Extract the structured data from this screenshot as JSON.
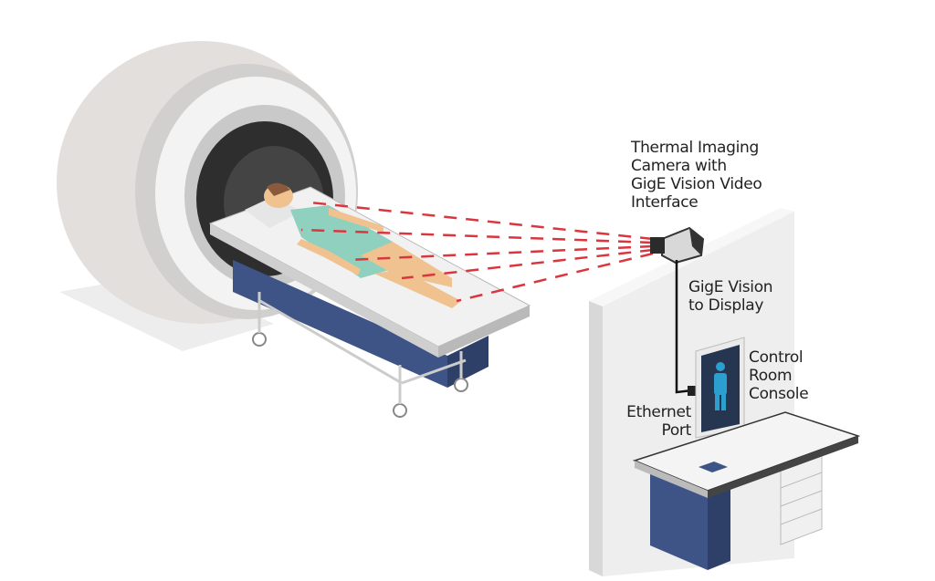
{
  "labels": {
    "camera": [
      "Thermal Imaging",
      "Camera with",
      "GigE Vision Video",
      "Interface"
    ],
    "gige": [
      "GigE Vision",
      "to Display"
    ],
    "console": [
      "Control",
      "Room",
      "Console"
    ],
    "ethernet": [
      "Ethernet",
      "Port"
    ]
  },
  "colors": {
    "laser": "#d9363e",
    "table_side": "#3e5486",
    "gown": "#8fd0bf",
    "screen_figure": "#2a9fd0"
  }
}
